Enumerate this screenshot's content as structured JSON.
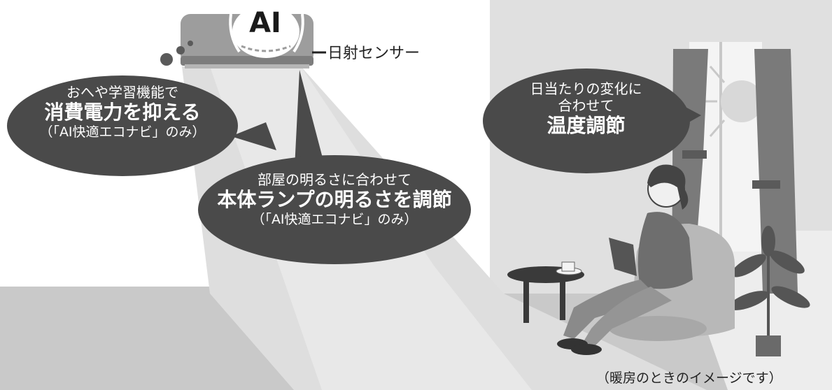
{
  "ai_badge": "AI",
  "sensor_label": "日射センサー",
  "bubble_left": {
    "line1": "おへや学習機能で",
    "line2": "消費電力を抑える",
    "line3": "（「AI快適エコナビ」のみ）"
  },
  "bubble_center": {
    "line1": "部屋の明るさに合わせて",
    "line2": "本体ランプの明るさを調節",
    "line3": "（「AI快適エコナビ」のみ）"
  },
  "bubble_right": {
    "line1": "日当たりの変化に",
    "line2": "合わせて",
    "line3": "温度調節"
  },
  "caption": "（暖房のときのイメージです）"
}
